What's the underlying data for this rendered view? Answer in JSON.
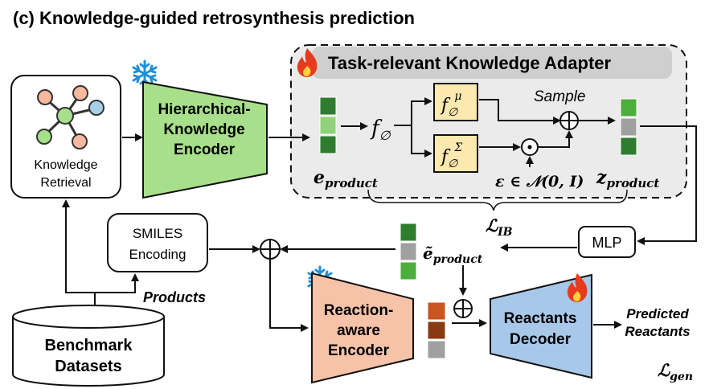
{
  "title": "(c) Knowledge-guided retrosynthesis prediction",
  "adapter": {
    "title": "Task-relevant Knowledge Adapter"
  },
  "retrieval": {
    "line1": "Knowledge",
    "line2": "Retrieval"
  },
  "hk_encoder": {
    "line1": "Hierarchical-",
    "line2": "Knowledge",
    "line3": "Encoder"
  },
  "f_main": {
    "base": "f",
    "sub": "∅"
  },
  "f_mu": {
    "base": "f",
    "sub": "∅",
    "sup": "μ"
  },
  "f_sigma": {
    "base": "f",
    "sub": "∅",
    "sup": "Σ"
  },
  "sample_label": "Sample",
  "plus": "⊕",
  "odot": "⊙",
  "e_product": {
    "base": "e",
    "sub": "product"
  },
  "epsilon": {
    "lhs": "ε ∈ ",
    "rhs": "(0, I)",
    "script": "𝒩"
  },
  "z_product": {
    "base": "z",
    "sub": "product"
  },
  "loss_ib": {
    "base": "ℒ",
    "sub": "IB"
  },
  "mlp_label": "MLP",
  "e_tilde": {
    "base": "ẽ",
    "sub": "product"
  },
  "smiles": {
    "line1": "SMILES",
    "line2": "Encoding"
  },
  "products_label": "Products",
  "benchmark": {
    "line1": "Benchmark",
    "line2": "Datasets"
  },
  "reaction_encoder": {
    "line1": "Reaction-",
    "line2": "aware",
    "line3": "Encoder"
  },
  "decoder": {
    "line1": "Reactants",
    "line2": "Decoder"
  },
  "predicted": {
    "line1": "Predicted",
    "line2": "Reactants"
  },
  "loss_gen": {
    "base": "ℒ",
    "sub": "gen"
  },
  "colors": {
    "adapter_bg": "#ebebeb",
    "adapter_header": "#cfcfcf",
    "hk_encoder": "#a8df8a",
    "reaction_encoder": "#f6c3a8",
    "decoder": "#a8c8ea",
    "f_box": "#fce9b0",
    "dark_green": "#2e7d2e",
    "light_green": "#8fd27a",
    "mid_green": "#4cae3c",
    "gray_cell": "#a0a0a0",
    "orange_cell": "#c8561f",
    "brown_cell": "#8a3a12"
  },
  "icons": [
    "snowflake-icon",
    "flame-icon"
  ]
}
